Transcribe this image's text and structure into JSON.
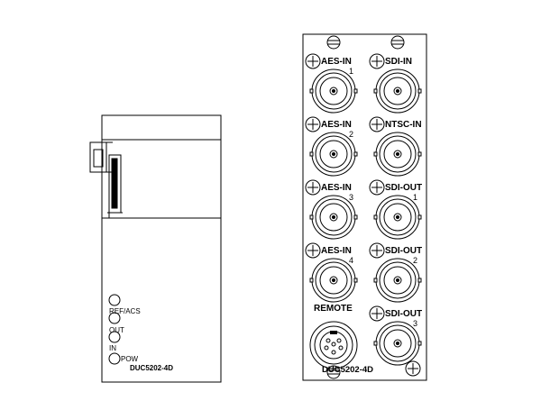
{
  "colors": {
    "line": "#000000",
    "background": "#ffffff"
  },
  "side_module": {
    "leds": [
      {
        "label": "REF/ACS"
      },
      {
        "label": "OUT"
      },
      {
        "label": "IN"
      },
      {
        "label": "POW"
      }
    ],
    "model": "DUC5202-4D"
  },
  "front_panel": {
    "connectors": [
      {
        "label": "AES-IN",
        "number": "1"
      },
      {
        "label": "SDI-IN",
        "number": ""
      },
      {
        "label": "AES-IN",
        "number": "2"
      },
      {
        "label": "NTSC-IN",
        "number": ""
      },
      {
        "label": "AES-IN",
        "number": "3"
      },
      {
        "label": "SDI-OUT",
        "number": "1"
      },
      {
        "label": "AES-IN",
        "number": "4"
      },
      {
        "label": "SDI-OUT",
        "number": "2"
      },
      {
        "label": "SDI-OUT",
        "number": "3"
      }
    ],
    "remote_label": "REMOTE",
    "model": "DUC5202-4D"
  }
}
